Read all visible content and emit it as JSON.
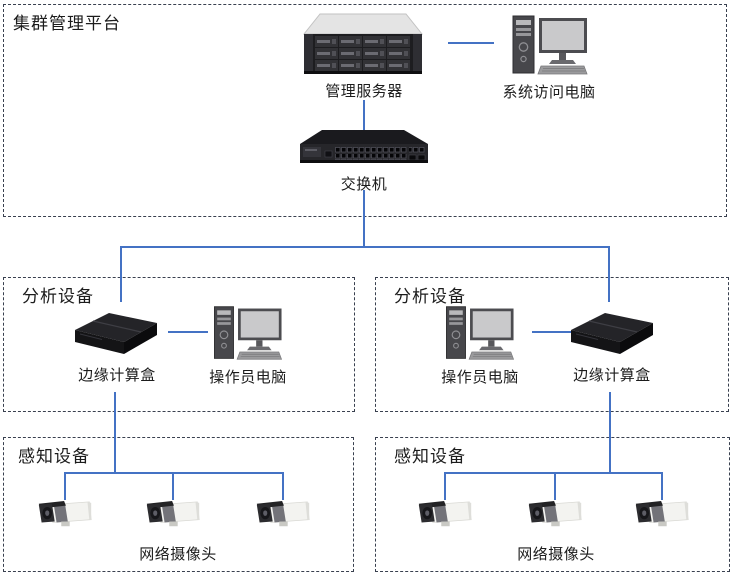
{
  "diagram": {
    "colors": {
      "connector": "#4472C4",
      "box_border": "#39404F"
    },
    "platform": {
      "label": "集群管理平台",
      "server_label": "管理服务器",
      "access_pc_label": "系统访问电脑",
      "switch_label": "交换机"
    },
    "analysis_left": {
      "label": "分析设备",
      "edge_box_label": "边缘计算盒",
      "operator_pc_label": "操作员电脑"
    },
    "analysis_right": {
      "label": "分析设备",
      "edge_box_label": "边缘计算盒",
      "operator_pc_label": "操作员电脑"
    },
    "perception_left": {
      "label": "感知设备",
      "cameras_label": "网络摄像头",
      "camera_count": 3
    },
    "perception_right": {
      "label": "感知设备",
      "cameras_label": "网络摄像头",
      "camera_count": 3
    }
  }
}
